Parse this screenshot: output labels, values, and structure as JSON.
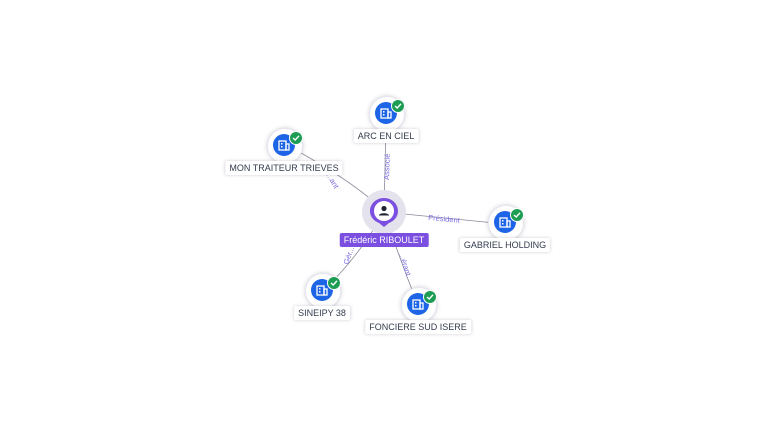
{
  "graph": {
    "center": {
      "name": "Frédéric RIBOULET",
      "icon": "person-icon"
    },
    "companies": [
      {
        "id": "arc",
        "name": "ARC EN CIEL",
        "icon": "building-icon",
        "verified_icon": "check-icon"
      },
      {
        "id": "mon",
        "name": "MON TRAITEUR TRIEVES",
        "icon": "building-icon",
        "verified_icon": "check-icon"
      },
      {
        "id": "gabriel",
        "name": "GABRIEL HOLDING",
        "icon": "building-icon",
        "verified_icon": "check-icon"
      },
      {
        "id": "sineipy",
        "name": "SINEIPY 38",
        "icon": "building-icon",
        "verified_icon": "check-icon"
      },
      {
        "id": "fonciere",
        "name": "FONCIERE SUD ISERE",
        "icon": "building-icon",
        "verified_icon": "check-icon"
      }
    ],
    "edges": [
      {
        "to": "arc",
        "label": "Associé"
      },
      {
        "to": "mon",
        "label": "...ant"
      },
      {
        "to": "gabriel",
        "label": "Président"
      },
      {
        "to": "sineipy",
        "label": "Gér..."
      },
      {
        "to": "fonciere",
        "label": "...érant"
      }
    ]
  },
  "colors": {
    "accent": "#7b4fe0",
    "company": "#1d64e6",
    "verified": "#1d9d54"
  }
}
